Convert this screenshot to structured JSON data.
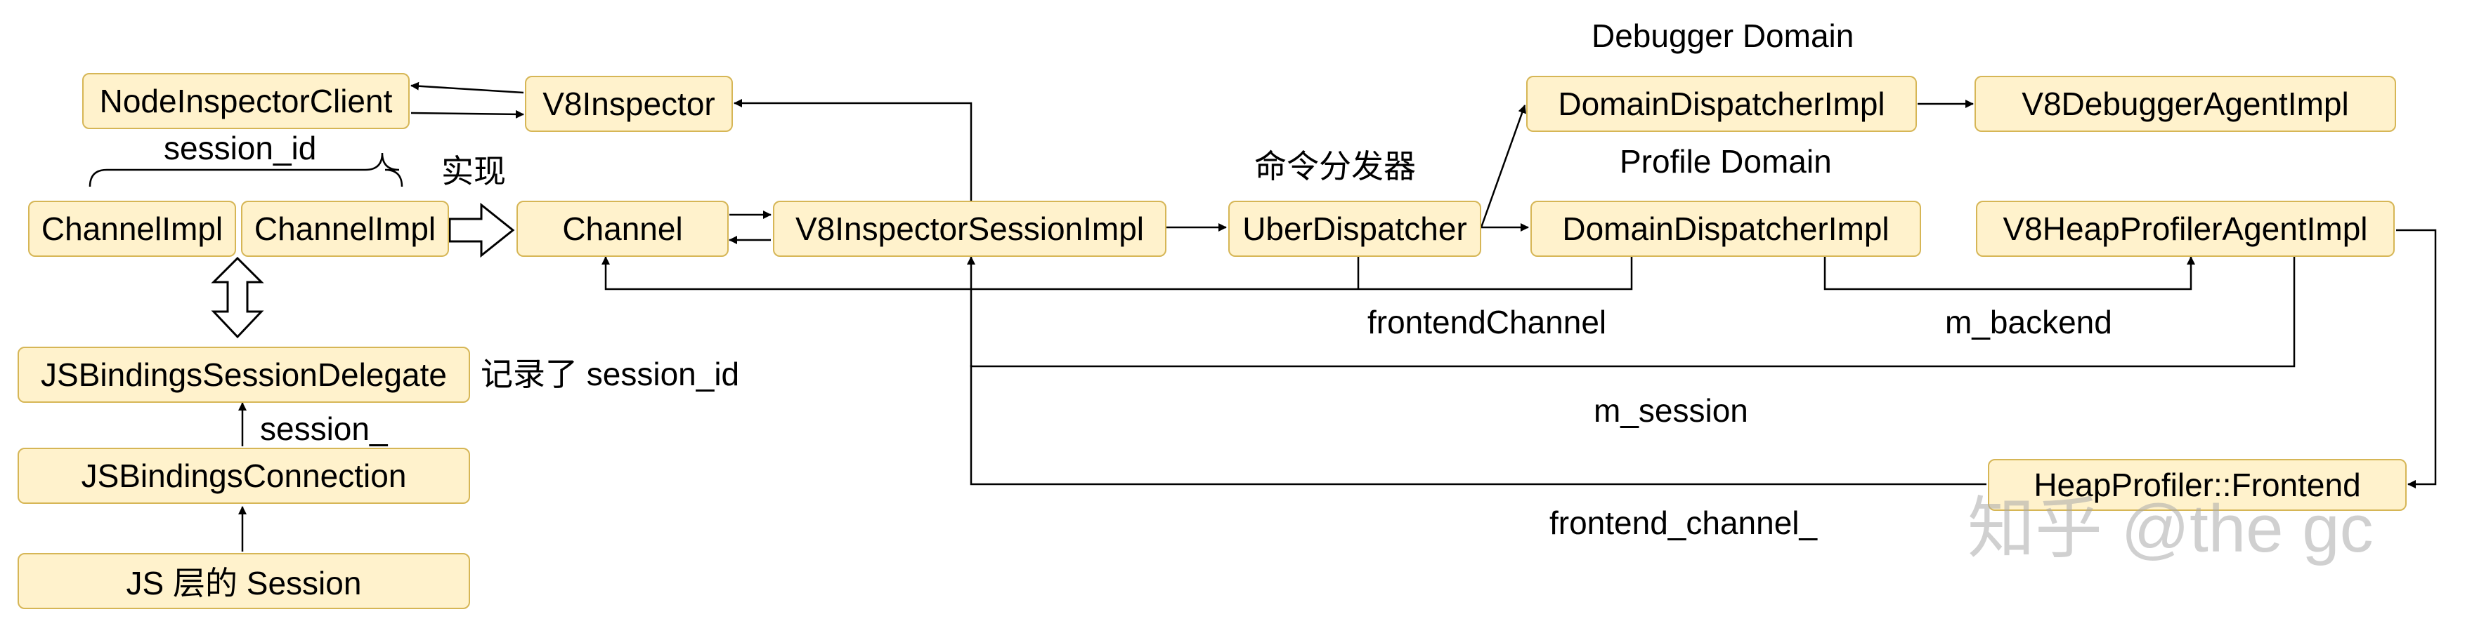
{
  "boxes": {
    "node_inspector_client": "NodeInspectorClient",
    "v8_inspector": "V8Inspector",
    "channel_impl_1": "ChannelImpl",
    "channel_impl_2": "ChannelImpl",
    "channel": "Channel",
    "v8_inspector_session_impl": "V8InspectorSessionImpl",
    "uber_dispatcher": "UberDispatcher",
    "domain_dispatcher_debugger": "DomainDispatcherImpl",
    "v8_debugger_agent_impl": "V8DebuggerAgentImpl",
    "domain_dispatcher_profile": "DomainDispatcherImpl",
    "v8_heap_profiler_agent_impl": "V8HeapProfilerAgentImpl",
    "js_bindings_session_delegate": "JSBindingsSessionDelegate",
    "js_bindings_connection": "JSBindingsConnection",
    "js_session": "JS 层的 Session",
    "heap_profiler_frontend": "HeapProfiler::Frontend"
  },
  "labels": {
    "session_id": "session_id",
    "implements": "实现",
    "command_dispatcher": "命令分发器",
    "debugger_domain": "Debugger Domain",
    "profile_domain": "Profile Domain",
    "frontend_channel": "frontendChannel",
    "m_backend": "m_backend",
    "m_session": "m_session",
    "frontend_channel_underscore": "frontend_channel_",
    "recorded_session_id": "记录了 session_id",
    "session_underscore": "session_"
  },
  "watermark": "知乎 @the gc",
  "colors": {
    "box_fill": "#fff2cc",
    "box_border": "#d6b656",
    "line": "#000000"
  }
}
